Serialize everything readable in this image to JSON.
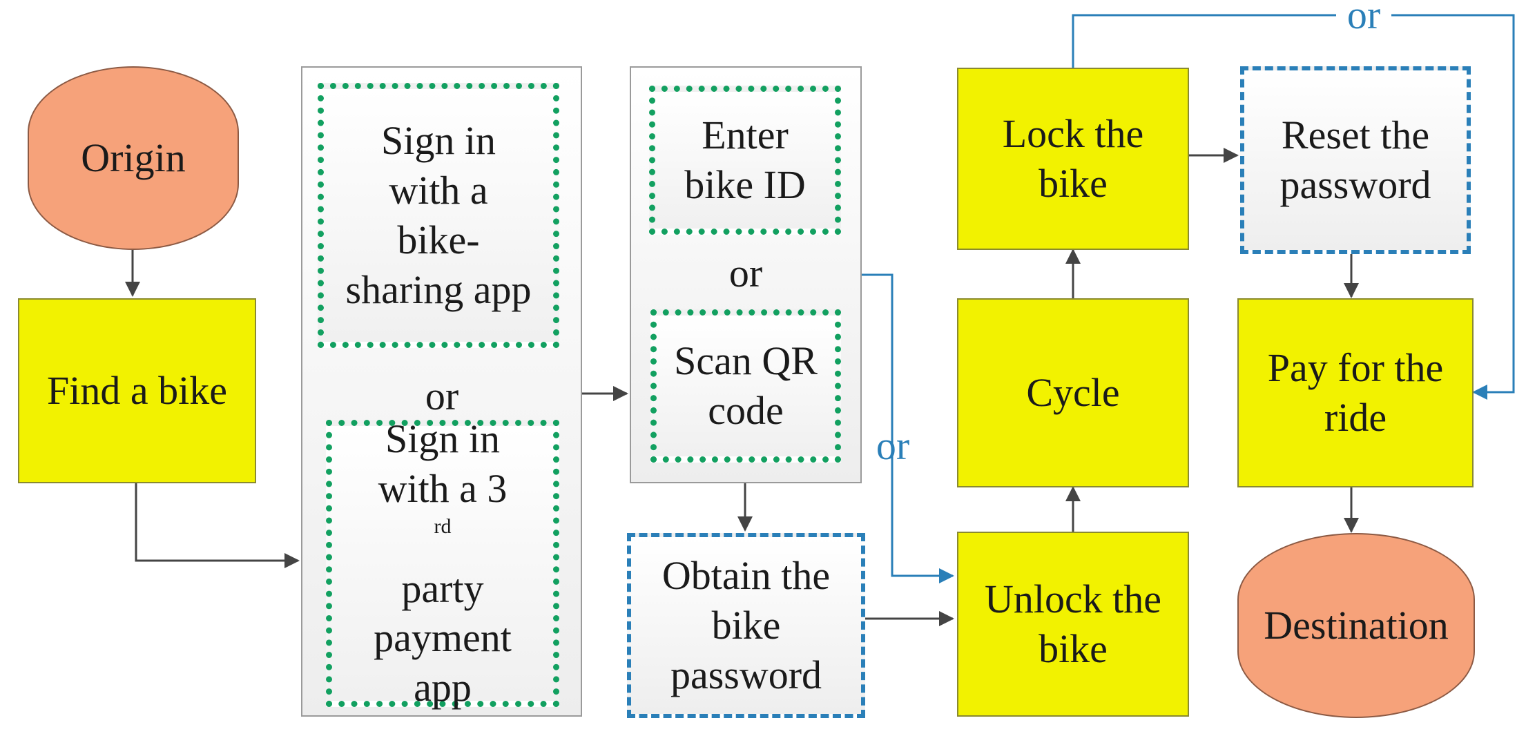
{
  "nodes": {
    "origin": "Origin",
    "find_bike": "Find a bike",
    "sign_in_app": [
      "Sign in",
      "with a",
      "bike-",
      "sharing app"
    ],
    "sign_in_or": "or",
    "sign_in_third_party": {
      "line1": "Sign in",
      "line2": "with a 3",
      "line2_sup": "rd",
      "line3": "party",
      "line4": "payment",
      "line5": "app"
    },
    "enter_bike_id": [
      "Enter",
      "bike ID"
    ],
    "id_or": "or",
    "scan_qr": [
      "Scan QR",
      "code"
    ],
    "obtain_password": [
      "Obtain the",
      "bike",
      "password"
    ],
    "unlock_bike": [
      "Unlock the",
      "bike"
    ],
    "cycle": "Cycle",
    "lock_bike": [
      "Lock the",
      "bike"
    ],
    "reset_password": [
      "Reset the",
      "password"
    ],
    "pay_ride": [
      "Pay for the",
      "ride"
    ],
    "destination": "Destination"
  },
  "edge_labels": {
    "scan_to_unlock": "or",
    "lock_to_pay": "or"
  },
  "colors": {
    "terminal": "#f6a27a",
    "process": "#f2f200",
    "dotted_border": "#12a060",
    "dashed_border": "#2a7fb8",
    "arrow_dark": "#444444",
    "arrow_blue": "#2a7fb8"
  }
}
